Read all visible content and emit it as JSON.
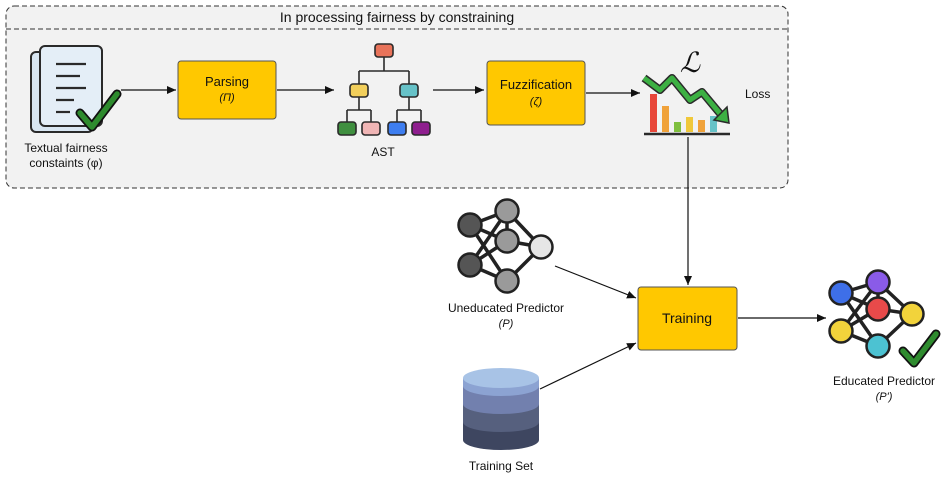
{
  "title": "In processing fairness by constraining",
  "constraints": {
    "label_line1": "Textual fairness",
    "label_line2": "constaints (φ)"
  },
  "parsing": {
    "label": "Parsing",
    "symbol": "(Π)"
  },
  "ast": {
    "label": "AST"
  },
  "fuzzification": {
    "label": "Fuzzification",
    "symbol": "(ζ)"
  },
  "loss": {
    "label": "Loss",
    "symbol": "ℒ"
  },
  "uneducated": {
    "label": "Uneducated Predictor",
    "symbol": "(P)"
  },
  "training": {
    "label": "Training"
  },
  "training_set": {
    "label": "Training Set"
  },
  "educated": {
    "label": "Educated Predictor",
    "symbol": "(P')"
  },
  "colors": {
    "box_fill": "#FFC800",
    "box_stroke": "#555555",
    "check": "#2E8B2E",
    "container_fill": "#F2F2F2"
  },
  "icons": {
    "document": "document-icon",
    "check": "check-icon",
    "ast": "tree-icon",
    "loss": "loss-chart-icon",
    "network": "neural-network-icon",
    "database": "database-icon"
  }
}
